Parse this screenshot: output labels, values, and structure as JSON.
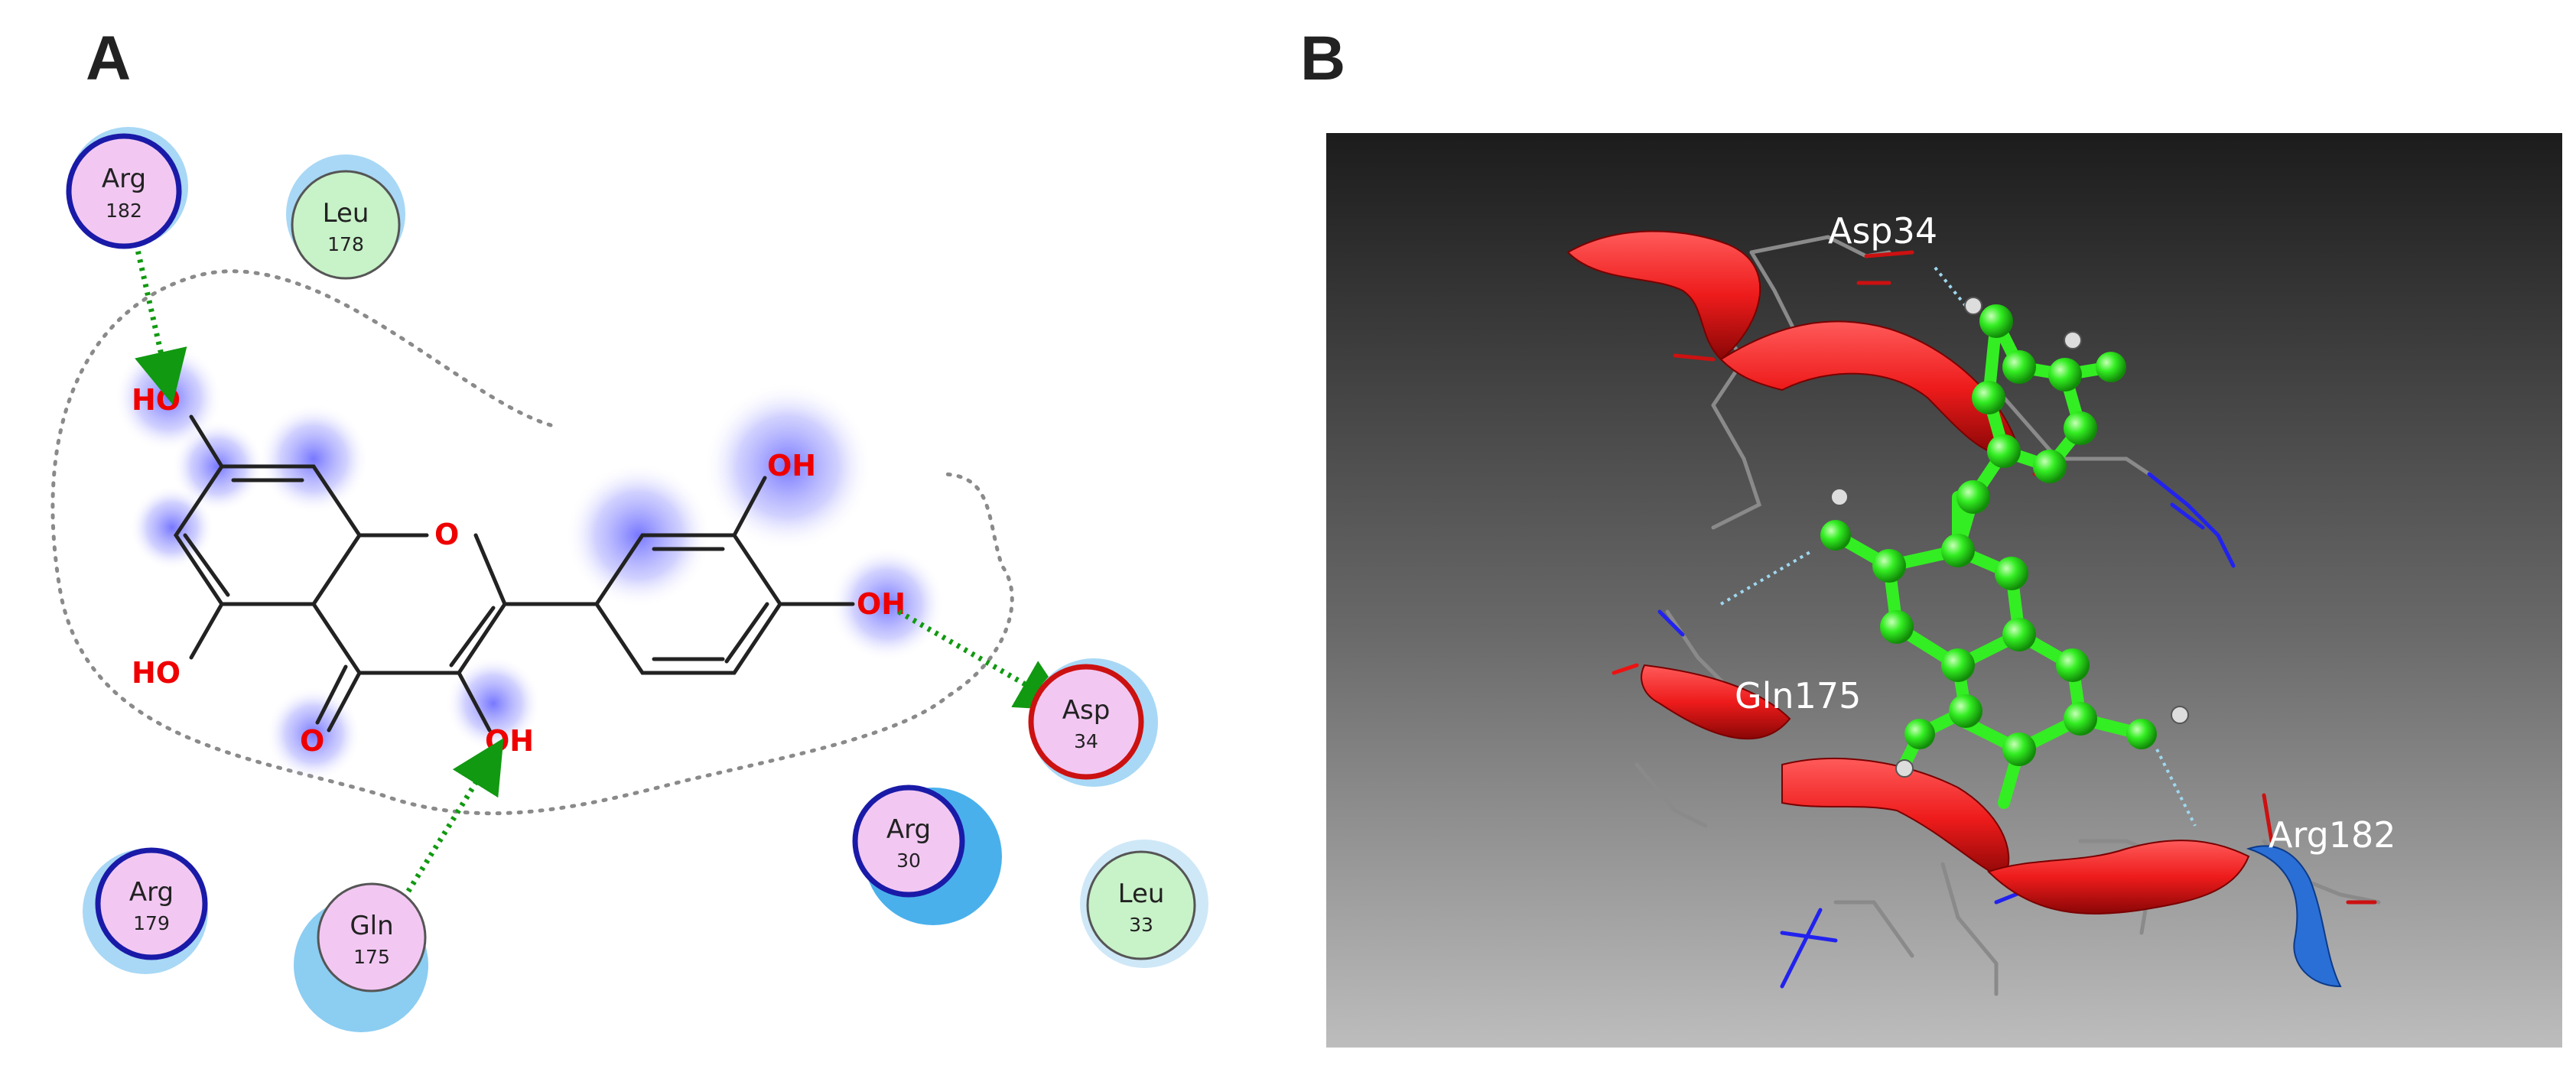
{
  "panels": {
    "a": "A",
    "b": "B"
  },
  "residues": [
    {
      "name": "Arg",
      "num": "182"
    },
    {
      "name": "Leu",
      "num": "178"
    },
    {
      "name": "Asp",
      "num": "34"
    },
    {
      "name": "Arg",
      "num": "30"
    },
    {
      "name": "Leu",
      "num": "33"
    },
    {
      "name": "Arg",
      "num": "179"
    },
    {
      "name": "Gln",
      "num": "175"
    }
  ],
  "atoms": [
    "HO",
    "HO",
    "O",
    "O",
    "OH",
    "OH",
    "OH"
  ],
  "labels_3d": [
    "Asp34",
    "Gln175",
    "Arg182"
  ],
  "colors": {
    "hbond": "#22aa22",
    "helix": "#ee1b1b",
    "ligand": "#33ee22",
    "basic_residue": "#1a1aa8",
    "acidic_residue": "#cc1111",
    "residue_fill": "#f2c8f2",
    "hydrophobic_fill": "#c8f2c8"
  }
}
